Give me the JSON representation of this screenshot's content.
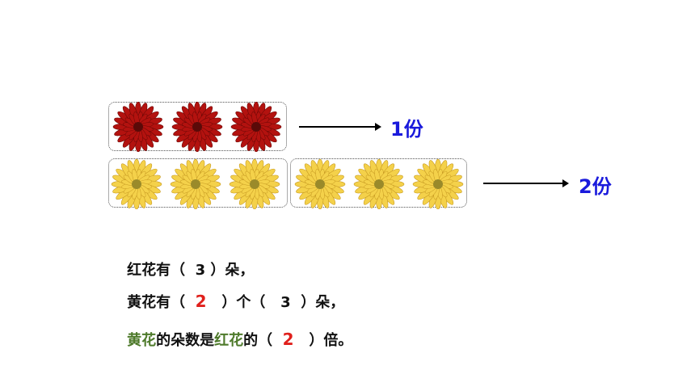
{
  "colors": {
    "red_flower": "#b3120f",
    "yellow_flower": "#f4d14a",
    "share_label": "#1a1adc",
    "answer_red": "#e0201c",
    "highlight_green": "#4e7a2b"
  },
  "rows": {
    "red": {
      "flower_count": 3,
      "share_label": "1份"
    },
    "yellow": {
      "flower_count": 6,
      "group_count": 2,
      "share_label": "2份"
    }
  },
  "text": {
    "line1": {
      "a": "红花有（  3 ）朵，"
    },
    "line2": {
      "a": "黄花有（  ",
      "num": "2",
      "b": "   ）个（   3  ）朵，"
    },
    "line3": {
      "g1": "黄花",
      "a": "的朵数是",
      "g2": "红花",
      "b": "的（  ",
      "num": "2",
      "c": "   ）倍。"
    }
  }
}
